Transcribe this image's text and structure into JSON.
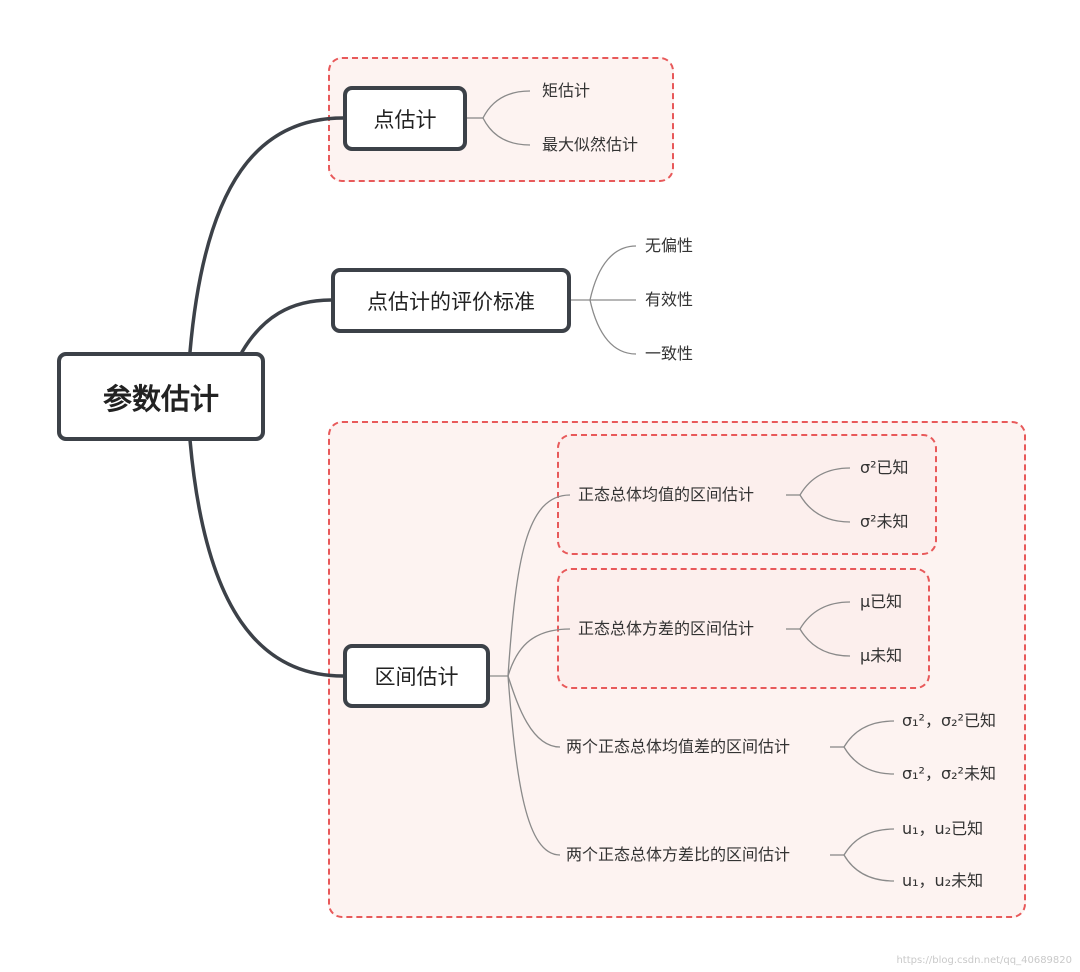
{
  "root": "参数估计",
  "branches": {
    "point_estimation": {
      "label": "点估计",
      "children": [
        "矩估计",
        "最大似然估计"
      ]
    },
    "evaluation_criteria": {
      "label": "点估计的评价标准",
      "children": [
        "无偏性",
        "有效性",
        "一致性"
      ]
    },
    "interval_estimation": {
      "label": "区间估计",
      "children": [
        {
          "label": "正态总体均值的区间估计",
          "children": [
            "σ²已知",
            "σ²未知"
          ]
        },
        {
          "label": "正态总体方差的区间估计",
          "children": [
            "μ已知",
            "μ未知"
          ]
        },
        {
          "label": "两个正态总体均值差的区间估计",
          "children": [
            "σ₁²，σ₂²已知",
            "σ₁²，σ₂²未知"
          ]
        },
        {
          "label": "两个正态总体方差比的区间估计",
          "children": [
            "u₁，u₂已知",
            "u₁，u₂未知"
          ]
        }
      ]
    }
  },
  "watermark": "https://blog.csdn.net/qq_40689820",
  "colors": {
    "node_border": "#3c4148",
    "dashed_group": "#e8595a",
    "group_fill": "#fdf3f1",
    "thin_line": "#888888"
  }
}
